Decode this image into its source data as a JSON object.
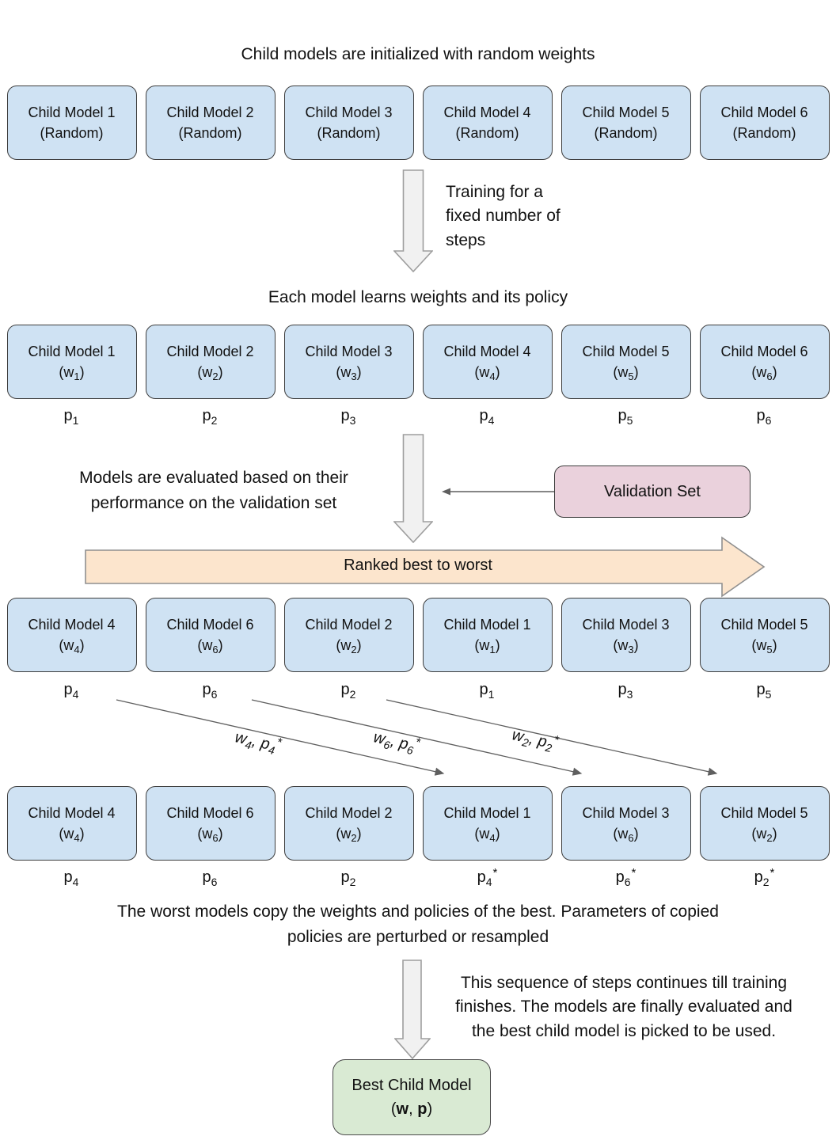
{
  "texts": {
    "title_init": "Child models are initialized with random weights",
    "training_note": "Training for a\nfixed number of\nsteps",
    "title_learn": "Each model learns weights and its policy",
    "eval_note": "Models are evaluated based on their\nperformance on the validation set",
    "validation_set": "Validation Set",
    "ranked_label": "Ranked best to worst",
    "copy_note": "The worst models copy the weights and policies of the best. Parameters of copied\npolicies are perturbed or resampled",
    "final_note": "This sequence of steps continues till training\nfinishes. The models are finally evaluated and\nthe best child model is picked to be used."
  },
  "colors": {
    "model_box_fill": "#cfe2f3",
    "validation_box_fill": "#ead1dc",
    "best_box_fill": "#d9ead3",
    "ranked_arrow_fill": "#fce5cd",
    "block_arrow_fill": "#f1f1f1",
    "box_border": "#3d3d3d",
    "arrow_border": "#9e9e9e",
    "line_arrow": "#5f5f5f"
  },
  "rows": [
    {
      "boxes": [
        {
          "title": "Child Model 1",
          "d_pre": "(Random)",
          "d_sub": "",
          "d_post": ""
        },
        {
          "title": "Child Model 2",
          "d_pre": "(Random)",
          "d_sub": "",
          "d_post": ""
        },
        {
          "title": "Child Model 3",
          "d_pre": "(Random)",
          "d_sub": "",
          "d_post": ""
        },
        {
          "title": "Child Model 4",
          "d_pre": "(Random)",
          "d_sub": "",
          "d_post": ""
        },
        {
          "title": "Child Model 5",
          "d_pre": "(Random)",
          "d_sub": "",
          "d_post": ""
        },
        {
          "title": "Child Model 6",
          "d_pre": "(Random)",
          "d_sub": "",
          "d_post": ""
        }
      ]
    },
    {
      "boxes": [
        {
          "title": "Child Model 1",
          "d_pre": "(w",
          "d_sub": "1",
          "d_post": ")"
        },
        {
          "title": "Child Model 2",
          "d_pre": "(w",
          "d_sub": "2",
          "d_post": ")"
        },
        {
          "title": "Child Model 3",
          "d_pre": "(w",
          "d_sub": "3",
          "d_post": ")"
        },
        {
          "title": "Child Model 4",
          "d_pre": "(w",
          "d_sub": "4",
          "d_post": ")"
        },
        {
          "title": "Child Model 5",
          "d_pre": "(w",
          "d_sub": "5",
          "d_post": ")"
        },
        {
          "title": "Child Model 6",
          "d_pre": "(w",
          "d_sub": "6",
          "d_post": ")"
        }
      ],
      "policies": [
        {
          "b": "p",
          "s": "1",
          "star": ""
        },
        {
          "b": "p",
          "s": "2",
          "star": ""
        },
        {
          "b": "p",
          "s": "3",
          "star": ""
        },
        {
          "b": "p",
          "s": "4",
          "star": ""
        },
        {
          "b": "p",
          "s": "5",
          "star": ""
        },
        {
          "b": "p",
          "s": "6",
          "star": ""
        }
      ]
    },
    {
      "boxes": [
        {
          "title": "Child Model 4",
          "d_pre": "(w",
          "d_sub": "4",
          "d_post": ")"
        },
        {
          "title": "Child Model 6",
          "d_pre": "(w",
          "d_sub": "6",
          "d_post": ")"
        },
        {
          "title": "Child Model 2",
          "d_pre": "(w",
          "d_sub": "2",
          "d_post": ")"
        },
        {
          "title": "Child Model 1",
          "d_pre": "(w",
          "d_sub": "1",
          "d_post": ")"
        },
        {
          "title": "Child Model 3",
          "d_pre": "(w",
          "d_sub": "3",
          "d_post": ")"
        },
        {
          "title": "Child Model 5",
          "d_pre": "(w",
          "d_sub": "5",
          "d_post": ")"
        }
      ],
      "policies": [
        {
          "b": "p",
          "s": "4",
          "star": ""
        },
        {
          "b": "p",
          "s": "6",
          "star": ""
        },
        {
          "b": "p",
          "s": "2",
          "star": ""
        },
        {
          "b": "p",
          "s": "1",
          "star": ""
        },
        {
          "b": "p",
          "s": "3",
          "star": ""
        },
        {
          "b": "p",
          "s": "5",
          "star": ""
        }
      ]
    },
    {
      "boxes": [
        {
          "title": "Child Model 4",
          "d_pre": "(w",
          "d_sub": "4",
          "d_post": ")"
        },
        {
          "title": "Child Model 6",
          "d_pre": "(w",
          "d_sub": "6",
          "d_post": ")"
        },
        {
          "title": "Child Model 2",
          "d_pre": "(w",
          "d_sub": "2",
          "d_post": ")"
        },
        {
          "title": "Child Model 1",
          "d_pre": "(w",
          "d_sub": "4",
          "d_post": ")"
        },
        {
          "title": "Child Model 3",
          "d_pre": "(w",
          "d_sub": "6",
          "d_post": ")"
        },
        {
          "title": "Child Model 5",
          "d_pre": "(w",
          "d_sub": "2",
          "d_post": ")"
        }
      ],
      "policies": [
        {
          "b": "p",
          "s": "4",
          "star": ""
        },
        {
          "b": "p",
          "s": "6",
          "star": ""
        },
        {
          "b": "p",
          "s": "2",
          "star": ""
        },
        {
          "b": "p",
          "s": "4",
          "star": "*"
        },
        {
          "b": "p",
          "s": "6",
          "star": "*"
        },
        {
          "b": "p",
          "s": "2",
          "star": "*"
        }
      ]
    }
  ],
  "transfer_labels": [
    {
      "w": "w",
      "ws": "4",
      "sep": ", ",
      "p": "p",
      "ps": "4",
      "star": "*"
    },
    {
      "w": "w",
      "ws": "6",
      "sep": ", ",
      "p": "p",
      "ps": "6",
      "star": "*"
    },
    {
      "w": "w",
      "ws": "2",
      "sep": ", ",
      "p": "p",
      "ps": "2",
      "star": "*"
    }
  ],
  "best_box": {
    "title": "Best Child Model",
    "pre": "(",
    "w": "w",
    "sep": ", ",
    "p": "p",
    "post": ")"
  }
}
